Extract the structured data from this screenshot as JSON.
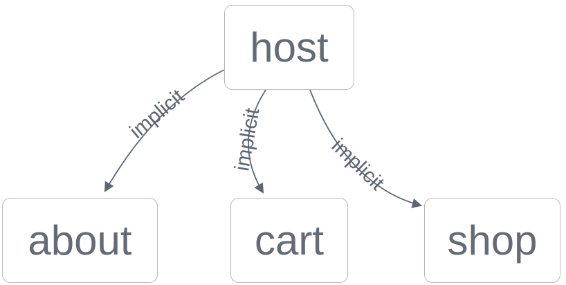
{
  "diagram": {
    "type": "directed-graph",
    "nodes": [
      {
        "id": "host",
        "label": "host"
      },
      {
        "id": "about",
        "label": "about"
      },
      {
        "id": "cart",
        "label": "cart"
      },
      {
        "id": "shop",
        "label": "shop"
      }
    ],
    "edges": [
      {
        "from": "host",
        "to": "about",
        "label": "implicit"
      },
      {
        "from": "host",
        "to": "cart",
        "label": "implicit"
      },
      {
        "from": "host",
        "to": "shop",
        "label": "implicit"
      }
    ],
    "colors": {
      "background": "#ffffff",
      "node_text": "#636b77",
      "node_border": "#b5b9bd",
      "edge": "#5d6774"
    }
  }
}
